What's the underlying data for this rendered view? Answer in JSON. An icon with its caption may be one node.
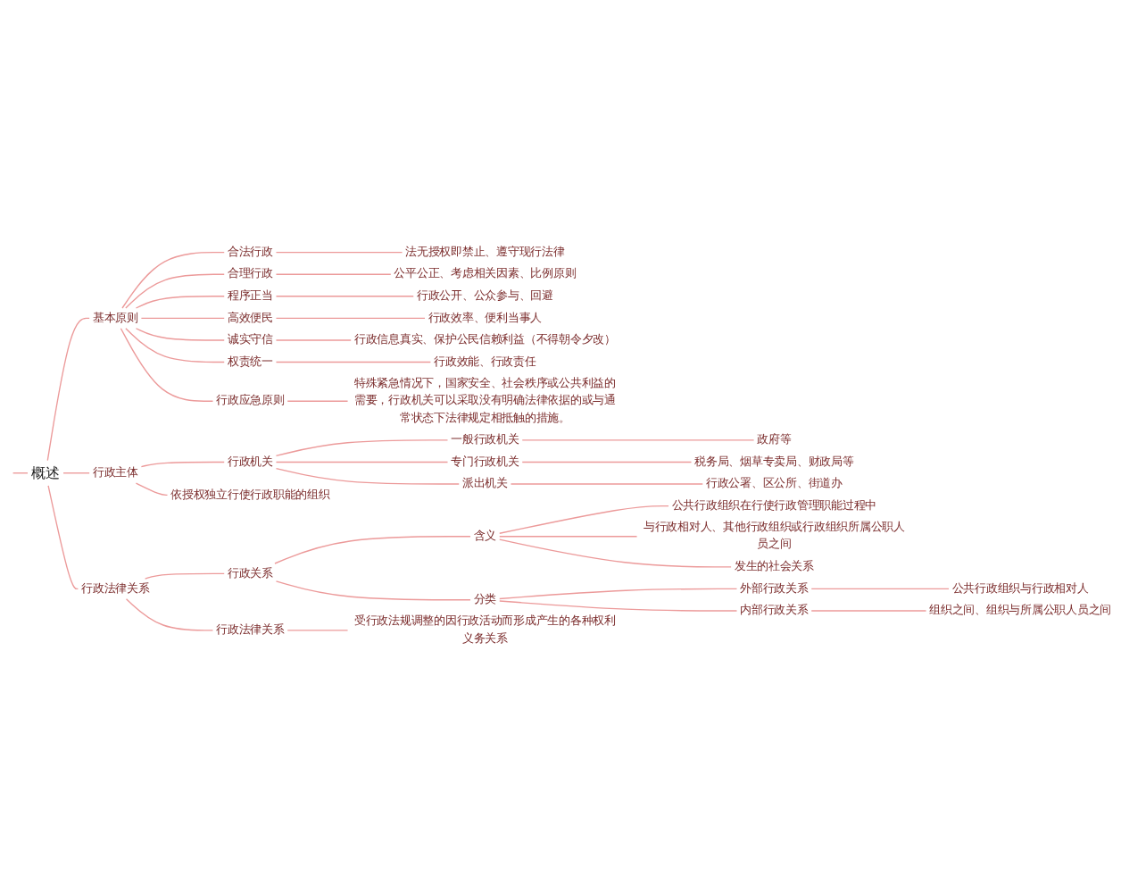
{
  "diagram": {
    "nodes": [
      {
        "text": [
          "概述"
        ]
      },
      {
        "text": [
          "基本原则"
        ]
      },
      {
        "text": [
          "合法行政"
        ]
      },
      {
        "text": [
          "法无授权即禁止、遵守现行法律"
        ]
      },
      {
        "text": [
          "合理行政"
        ]
      },
      {
        "text": [
          "公平公正、考虑相关因素、比例原则"
        ]
      },
      {
        "text": [
          "程序正当"
        ]
      },
      {
        "text": [
          "行政公开、公众参与、回避"
        ]
      },
      {
        "text": [
          "高效便民"
        ]
      },
      {
        "text": [
          "行政效率、便利当事人"
        ]
      },
      {
        "text": [
          "诚实守信"
        ]
      },
      {
        "text": [
          "行政信息真实、保护公民信赖利益（不得朝令夕改）"
        ]
      },
      {
        "text": [
          "权责统一"
        ]
      },
      {
        "text": [
          "行政效能、行政责任"
        ]
      },
      {
        "text": [
          "行政应急原则"
        ]
      },
      {
        "text": [
          "特殊紧急情况下，国家安全、社会秩序或公共利益的需要，行政机关可以采取没有明确法律依据的或与通常状态下法律规定相抵触的措施。"
        ]
      },
      {
        "text": [
          "行政主体"
        ]
      },
      {
        "text": [
          "行政机关"
        ]
      },
      {
        "text": [
          "一般行政机关"
        ]
      },
      {
        "text": [
          "政府等"
        ]
      },
      {
        "text": [
          "专门行政机关"
        ]
      },
      {
        "text": [
          "税务局、烟草专卖局、财政局等"
        ]
      },
      {
        "text": [
          "派出机关"
        ]
      },
      {
        "text": [
          "行政公署、区公所、街道办"
        ]
      },
      {
        "text": [
          "依授权独立行使行政职能的组织"
        ]
      },
      {
        "text": [
          "行政法律关系"
        ]
      },
      {
        "text": [
          "行政关系"
        ]
      },
      {
        "text": [
          "含义"
        ]
      },
      {
        "text": [
          "公共行政组织在行使行政管理职能过程中"
        ]
      },
      {
        "text": [
          "与行政相对人、其他行政组织或行政组织所属公职人员之间"
        ]
      },
      {
        "text": [
          "发生的社会关系"
        ]
      },
      {
        "text": [
          "分类"
        ]
      },
      {
        "text": [
          "外部行政关系"
        ]
      },
      {
        "text": [
          "公共行政组织与行政相对人"
        ]
      },
      {
        "text": [
          "内部行政关系"
        ]
      },
      {
        "text": [
          "组织之间、组织与所属公职人员之间"
        ]
      },
      {
        "text": [
          "行政法律关系"
        ]
      },
      {
        "text": [
          "受行政法规调整的因行政活动而形成产生的各种权利义务关系"
        ]
      }
    ],
    "edges": [
      {
        "from": null,
        "to": 0,
        "arrow": "none"
      },
      {
        "from": 0,
        "to": 1,
        "arrow": "none"
      },
      {
        "from": 1,
        "to": 2,
        "arrow": "none"
      },
      {
        "from": 2,
        "to": 3,
        "arrow": "none"
      },
      {
        "from": 1,
        "to": 4,
        "arrow": "none"
      },
      {
        "from": 4,
        "to": 5,
        "arrow": "none"
      },
      {
        "from": 1,
        "to": 6,
        "arrow": "none"
      },
      {
        "from": 6,
        "to": 7,
        "arrow": "none"
      },
      {
        "from": 1,
        "to": 8,
        "arrow": "none"
      },
      {
        "from": 8,
        "to": 9,
        "arrow": "none"
      },
      {
        "from": 1,
        "to": 10,
        "arrow": "none"
      },
      {
        "from": 10,
        "to": 11,
        "arrow": "none"
      },
      {
        "from": 1,
        "to": 12,
        "arrow": "none"
      },
      {
        "from": 12,
        "to": 13,
        "arrow": "none"
      },
      {
        "from": 1,
        "to": 14,
        "arrow": "none"
      },
      {
        "from": 14,
        "to": 15,
        "arrow": "none"
      },
      {
        "from": 0,
        "to": 16,
        "arrow": "none"
      },
      {
        "from": 16,
        "to": 17,
        "arrow": "none"
      },
      {
        "from": 17,
        "to": 18,
        "arrow": "none"
      },
      {
        "from": 18,
        "to": 19,
        "arrow": "none"
      },
      {
        "from": 17,
        "to": 20,
        "arrow": "none"
      },
      {
        "from": 20,
        "to": 21,
        "arrow": "none"
      },
      {
        "from": 17,
        "to": 22,
        "arrow": "none"
      },
      {
        "from": 22,
        "to": 23,
        "arrow": "none"
      },
      {
        "from": 16,
        "to": 24,
        "arrow": "none"
      },
      {
        "from": 0,
        "to": 25,
        "arrow": "none"
      },
      {
        "from": 25,
        "to": 26,
        "arrow": "none"
      },
      {
        "from": 26,
        "to": 27,
        "arrow": "none"
      },
      {
        "from": 27,
        "to": 28,
        "arrow": "none"
      },
      {
        "from": 27,
        "to": 29,
        "arrow": "none"
      },
      {
        "from": 27,
        "to": 30,
        "arrow": "none"
      },
      {
        "from": 26,
        "to": 31,
        "arrow": "none"
      },
      {
        "from": 31,
        "to": 32,
        "arrow": "none"
      },
      {
        "from": 32,
        "to": 33,
        "arrow": "none"
      },
      {
        "from": 31,
        "to": 34,
        "arrow": "none"
      },
      {
        "from": 34,
        "to": 35,
        "arrow": "none"
      },
      {
        "from": 25,
        "to": 36,
        "arrow": "none"
      },
      {
        "from": 36,
        "to": 37,
        "arrow": "none"
      }
    ]
  }
}
